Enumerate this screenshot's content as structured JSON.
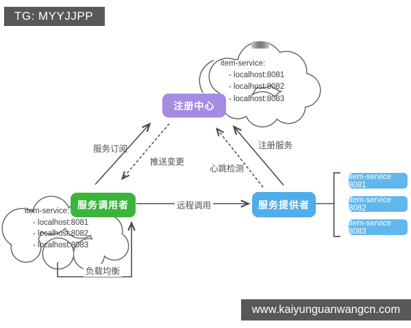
{
  "watermarks": {
    "tg_badge": "TG: MYYJJPP",
    "site": "www.kaiyunguanwangcn.com"
  },
  "diagram": {
    "nodes": {
      "registry": {
        "label": "注册中心",
        "color": "#a38ce2"
      },
      "caller": {
        "label": "服务调用者",
        "color": "#3cb43c"
      },
      "provider": {
        "label": "服务提供者",
        "color": "#4fade9"
      }
    },
    "instances": [
      {
        "label": "item-service 8081"
      },
      {
        "label": "item-service 8082"
      },
      {
        "label": "item-service 8083"
      }
    ],
    "instance_color": "#60b7eb",
    "clouds": {
      "registry_list": {
        "title": "item-service:",
        "items": [
          "- localhost:8081",
          "- localhost:8082",
          "- localhost:8083"
        ]
      },
      "caller_list": {
        "title": "item-service:",
        "items": [
          "- localhost:8081",
          "- localhost:8082",
          "- localhost:8083"
        ]
      }
    },
    "edges": {
      "subscribe": "服务订阅",
      "push": "推送变更",
      "heartbeat": "心跳检测",
      "register": "注册服务",
      "remote_call": "远程调用",
      "load_balance": "负载均衡"
    },
    "colors": {
      "line": "#4a4a4a",
      "cloud_stroke": "#6a6a6a",
      "watermark_bar": "#58585a"
    }
  }
}
